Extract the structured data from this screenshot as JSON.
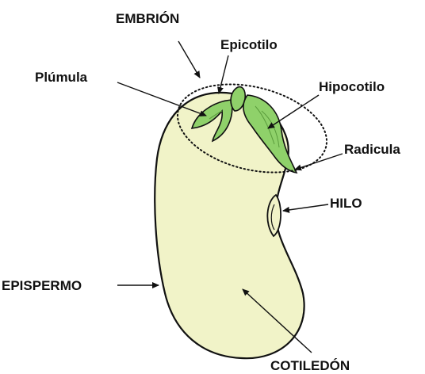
{
  "labels": {
    "embrion": "EMBRIÓN",
    "epicotilo": "Epicotilo",
    "plumula": "Plúmula",
    "hipocotilo": "Hipocotilo",
    "radicula": "Radicula",
    "hilo": "HILO",
    "epispermo": "EPISPERMO",
    "cotiledon": "COTILEDÓN"
  },
  "colors": {
    "seed_fill": "#f1f3c8",
    "embryo_fill": "#8fd16a",
    "embryo_dark": "#6cb84a",
    "outline": "#111111"
  }
}
